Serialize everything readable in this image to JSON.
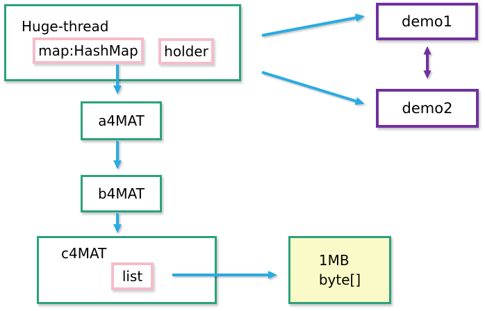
{
  "palette": {
    "background": "#ffffff",
    "text": "#000000",
    "node-border-green": "#2aa17c",
    "field-border-pink": "#f3bdca",
    "arrow-blue": "#29abe2",
    "demo-border-purple": "#7030a0",
    "byte-fill-yellow": "#fafac8"
  },
  "nodes": {
    "huge_thread": {
      "label": "Huge-thread",
      "map_field": "map:HashMap",
      "holder_field": "holder"
    },
    "a4mat": {
      "label": "a4MAT"
    },
    "b4mat": {
      "label": "b4MAT"
    },
    "c4mat": {
      "label": "c4MAT",
      "list_field": "list"
    },
    "demo1": {
      "label": "demo1"
    },
    "demo2": {
      "label": "demo2"
    },
    "byte_buffer": {
      "line1": "1MB",
      "line2": "byte[]"
    }
  },
  "edges": [
    {
      "from": "Huge-thread.map:HashMap",
      "to": "a4MAT",
      "kind": "arrow",
      "color": "#29abe2"
    },
    {
      "from": "a4MAT",
      "to": "b4MAT",
      "kind": "arrow",
      "color": "#29abe2"
    },
    {
      "from": "b4MAT",
      "to": "c4MAT",
      "kind": "arrow",
      "color": "#29abe2"
    },
    {
      "from": "c4MAT.list",
      "to": "1MB byte[]",
      "kind": "arrow",
      "color": "#29abe2"
    },
    {
      "from": "Huge-thread",
      "to": "demo1",
      "kind": "arrow",
      "color": "#29abe2"
    },
    {
      "from": "Huge-thread",
      "to": "demo2",
      "kind": "arrow",
      "color": "#29abe2"
    },
    {
      "from": "demo1",
      "to": "demo2",
      "kind": "double-arrow",
      "color": "#7030a0"
    }
  ]
}
